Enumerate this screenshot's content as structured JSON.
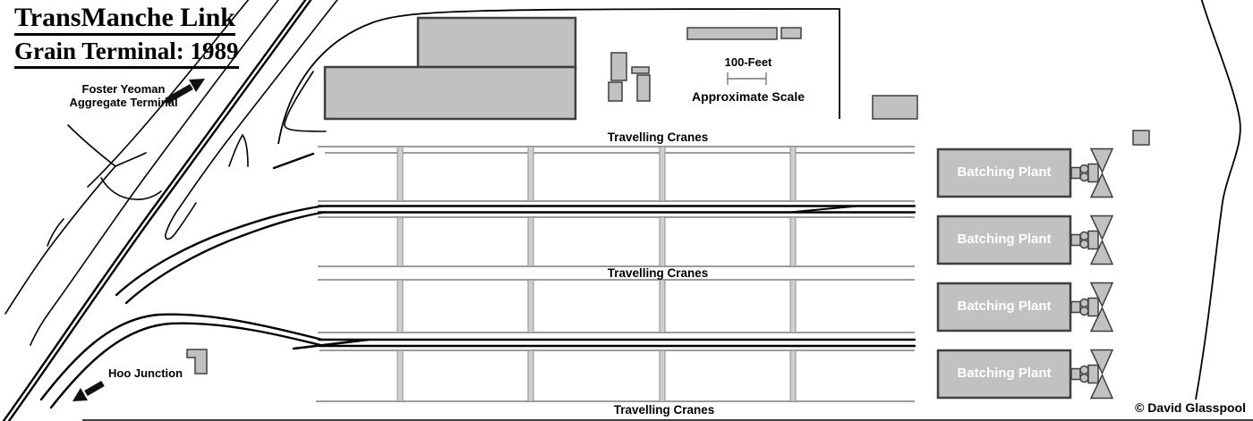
{
  "title": {
    "line1": "TransManche Link",
    "line2": "Grain Terminal: 1989"
  },
  "annotations": {
    "foster_yeoman_line1": "Foster Yeoman",
    "foster_yeoman_line2": "Aggregate Terminal",
    "hoo_junction": "Hoo Junction",
    "copyright": "© David Glasspool"
  },
  "scale": {
    "distance": "100-Feet",
    "caption": "Approximate Scale"
  },
  "crane_labels": {
    "top": "Travelling Cranes",
    "middle": "Travelling Cranes",
    "bottom": "Travelling Cranes"
  },
  "batching_plants": [
    {
      "label": "Batching Plant"
    },
    {
      "label": "Batching Plant"
    },
    {
      "label": "Batching Plant"
    },
    {
      "label": "Batching Plant"
    }
  ],
  "colors": {
    "background": "#ffffff",
    "building_fill": "#c1c1c1",
    "building_outline": "#3f3f3f",
    "crane_rail_gray": "#9c9c9c",
    "track_black": "#000000",
    "plant_label_text": "#ffffff"
  }
}
